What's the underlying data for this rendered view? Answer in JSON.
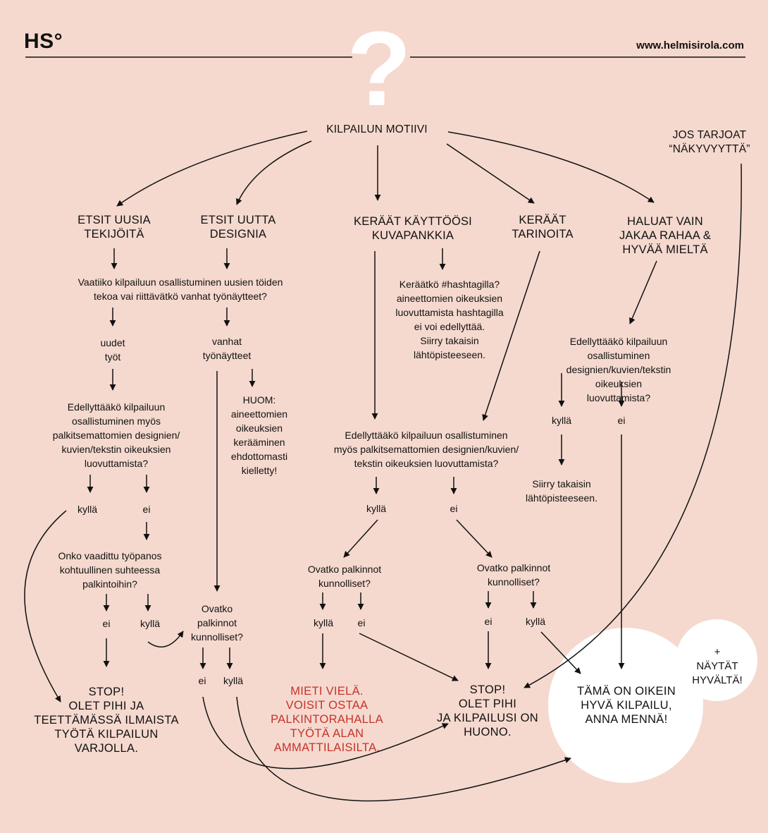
{
  "header": {
    "brand": "HS°",
    "website": "www.helmisirola.com",
    "question_mark": "?"
  },
  "colors": {
    "background": "#f5d9ce",
    "ink": "#111111",
    "highlight_circle": "#ffffff",
    "warning_text": "#c4332c"
  },
  "nodes": {
    "root": "KILPAILUN MOTIIVI",
    "visibility_offer": "JOS TARJOAT\n“NÄKYVYYTTÄ”",
    "branch_talent": "ETSIT UUSIA\nTEKIJÖITÄ",
    "branch_design": "ETSIT UUTTA\nDESIGNIA",
    "branch_image_bank": "KERÄÄT KÄYTTÖÖSI\nKUVAPANKKIA",
    "branch_stories": "KERÄÄT\nTARINOITA",
    "branch_charity": "HALUAT VAIN\nJAKAA RAHAA &\nHYVÄÄ MIELTÄ",
    "q_new_or_old": "Vaatiiko kilpailuun osallistuminen uusien töiden\ntekoa vai riittävätkö vanhat työnäytteet?",
    "new_works": "uudet\ntyöt",
    "old_samples": "vanhat\ntyönäytteet",
    "note_rights": "HUOM:\naineettomien\noikeuksien\nkerääminen\nehdottomasti\nkielletty!",
    "q_rights_left": "Edellyttääkö kilpailuun\nosallistuminen myös\npalkitsemattomien designien/\nkuvien/tekstin oikeuksien\nluovuttamista?",
    "left_yes": "kyllä",
    "left_no": "ei",
    "q_effort": "Onko vaadittu työpanos\nkohtuullinen suhteessa\npalkintoihin?",
    "effort_no": "ei",
    "effort_yes": "kyllä",
    "q_prizes_left": "Ovatko\npalkinnot\nkunnolliset?",
    "prizes_left_no": "ei",
    "prizes_left_yes": "kyllä",
    "stop_left": "STOP!\nOLET PIHI JA\nTEETTÄMÄSSÄ ILMAISTA\nTYÖTÄ KILPAILUN\nVARJOLLA.",
    "q_hashtag": "Keräätkö #hashtagilla?\naineettomien oikeuksien\nluovuttamista hashtagilla\nei voi edellyttää.\nSiirry takaisin\nlähtöpisteeseen.",
    "q_rights_center": "Edellyttääkö kilpailuun osallistuminen\nmyös palkitsemattomien designien/kuvien/\ntekstin oikeuksien luovuttamista?",
    "center_yes": "kyllä",
    "center_no": "ei",
    "q_prizes_c1": "Ovatko palkinnot\nkunnolliset?",
    "c1_yes": "kyllä",
    "c1_no": "ei",
    "q_prizes_c2": "Ovatko palkinnot\nkunnolliset?",
    "c2_no": "ei",
    "c2_yes": "kyllä",
    "think_again": "MIETI VIELÄ.\nVOISIT OSTAA\nPALKINTORAHALLA\nTYÖTÄ ALAN\nAMMATTILAISILTA.",
    "stop_center": "STOP!\nOLET PIHI\nJA KILPAILUSI ON\nHUONO.",
    "q_rights_right": "Edellyttääkö kilpailuun osallistuminen\ndesignien/kuvien/tekstin oikeuksien\nluovuttamista?",
    "right_yes": "kyllä",
    "right_no": "ei",
    "back_to_start": "Siirry takaisin\nlähtöpisteeseen.",
    "good_competition": "TÄMÄ ON OIKEIN\nHYVÄ KILPAILU,\nANNA MENNÄ!",
    "bonus": "+ NÄYTÄT\nHYVÄLTÄ!"
  }
}
